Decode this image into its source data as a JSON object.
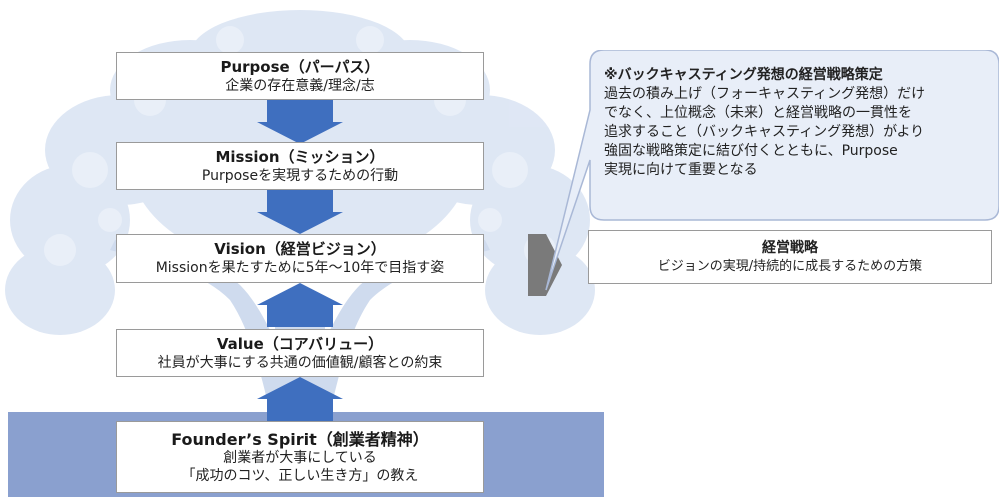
{
  "levels": {
    "purpose": {
      "title": "Purpose（パーパス）",
      "desc": "企業の存在意義/理念/志"
    },
    "mission": {
      "title": "Mission（ミッション）",
      "desc": "Purposeを実現するための行動"
    },
    "vision": {
      "title": "Vision（経営ビジョン）",
      "desc": "Missionを果たすために5年～10年で目指す姿"
    },
    "value": {
      "title": "Value（コアバリュー）",
      "desc": "社員が大事にする共通の価値観/顧客との約束"
    },
    "founder": {
      "title": "Founder’s Spirit（創業者精神）",
      "desc_line1": "創業者が大事にしている",
      "desc_line2": "「成功のコツ、正しい生き方」の教え"
    }
  },
  "callout": {
    "heading": "※バックキャスティング発想の経営戦略策定",
    "lines": [
      "過去の積み上げ（フォーキャスティング発想）だけ",
      "でなく、上位概念（未来）と経営戦略の一貫性を",
      "追求すること（バックキャスティング発想）がより",
      "強固な戦略策定に結び付くとともに、Purpose",
      "実現に向けて重要となる"
    ]
  },
  "strategy": {
    "title": "経営戦略",
    "desc": "ビジョンの実現/持続的に成長するための方策"
  },
  "colors": {
    "arrow": "#3f6fbf",
    "ground": "#8aa0cf",
    "callout_fill": "#e8eef8",
    "callout_stroke": "#a9b8d6",
    "pointer": "#7a7a7a",
    "tree": "#dbe5f3"
  }
}
